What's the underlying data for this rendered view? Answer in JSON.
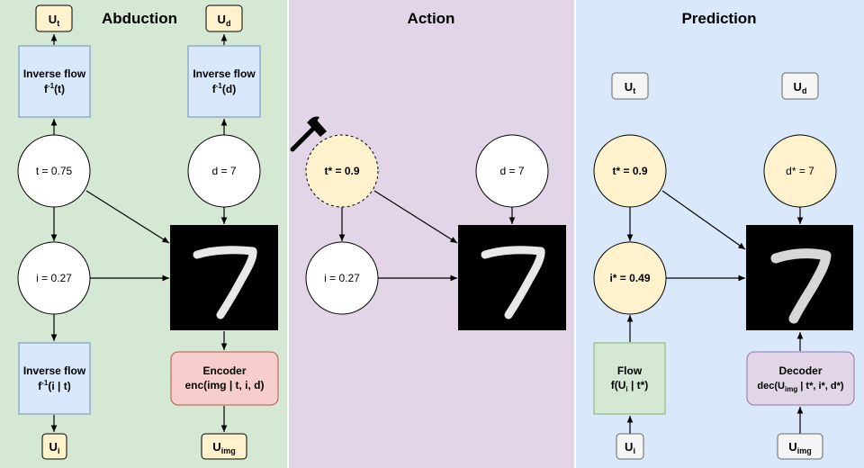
{
  "panels": {
    "abduction": {
      "title": "Abduction"
    },
    "action": {
      "title": "Action"
    },
    "prediction": {
      "title": "Prediction"
    }
  },
  "abduction": {
    "u_t": {
      "main": "U",
      "sub": "t"
    },
    "u_d": {
      "main": "U",
      "sub": "d"
    },
    "u_i": {
      "main": "U",
      "sub": "i"
    },
    "u_img": {
      "main": "U",
      "sub": "img"
    },
    "inv_flow_t": {
      "line1": "Inverse flow",
      "pre": "f",
      "sup": "-1",
      "post": "(t)"
    },
    "inv_flow_d": {
      "line1": "Inverse flow",
      "pre": "f",
      "sup": "-1",
      "post": "(d)"
    },
    "inv_flow_i": {
      "line1": "Inverse flow",
      "pre": "f",
      "sup": "-1",
      "post": "(i | t)"
    },
    "node_t": "t = 0.75",
    "node_d": "d = 7",
    "node_i": "i = 0.27",
    "encoder": {
      "line1": "Encoder",
      "line2": "enc(img | t, i, d)"
    }
  },
  "action": {
    "node_t": "t* = 0.9",
    "node_d": "d = 7",
    "node_i": "i = 0.27"
  },
  "prediction": {
    "u_t": {
      "main": "U",
      "sub": "t"
    },
    "u_d": {
      "main": "U",
      "sub": "d"
    },
    "u_i": {
      "main": "U",
      "sub": "i"
    },
    "u_img": {
      "main": "U",
      "sub": "img"
    },
    "node_t": "t* = 0.9",
    "node_d": "d* = 7",
    "node_i": "i* = 0.49",
    "flow": {
      "line1": "Flow",
      "pre": "f(U",
      "sub": "i",
      "post": " | t*)"
    },
    "decoder": {
      "line1": "Decoder",
      "pre": "dec(U",
      "sub": "img",
      "post": " | t*, i*, d*)"
    }
  },
  "colors": {
    "abduction_bg": "#d5e8d4",
    "action_bg": "#e1d5e7",
    "prediction_bg": "#dae8fc",
    "flow_box": "#dae8fc",
    "flow_box_stroke": "#6c8ebf",
    "encoder": "#f8cecc",
    "encoder_stroke": "#b85450",
    "decoder": "#e1d5e7",
    "decoder_stroke": "#9673a6",
    "green_box": "#d5e8d4",
    "green_box_stroke": "#82b366",
    "noise_yellow": "#fff2cc",
    "noise_yellow_stroke": "#000000",
    "noise_grey": "#f5f5f5",
    "node_intervened": "#fff2cc",
    "image_bg": "#000000"
  },
  "icons": {
    "intervention": "hammer-icon",
    "digit": "digit-seven-image"
  }
}
